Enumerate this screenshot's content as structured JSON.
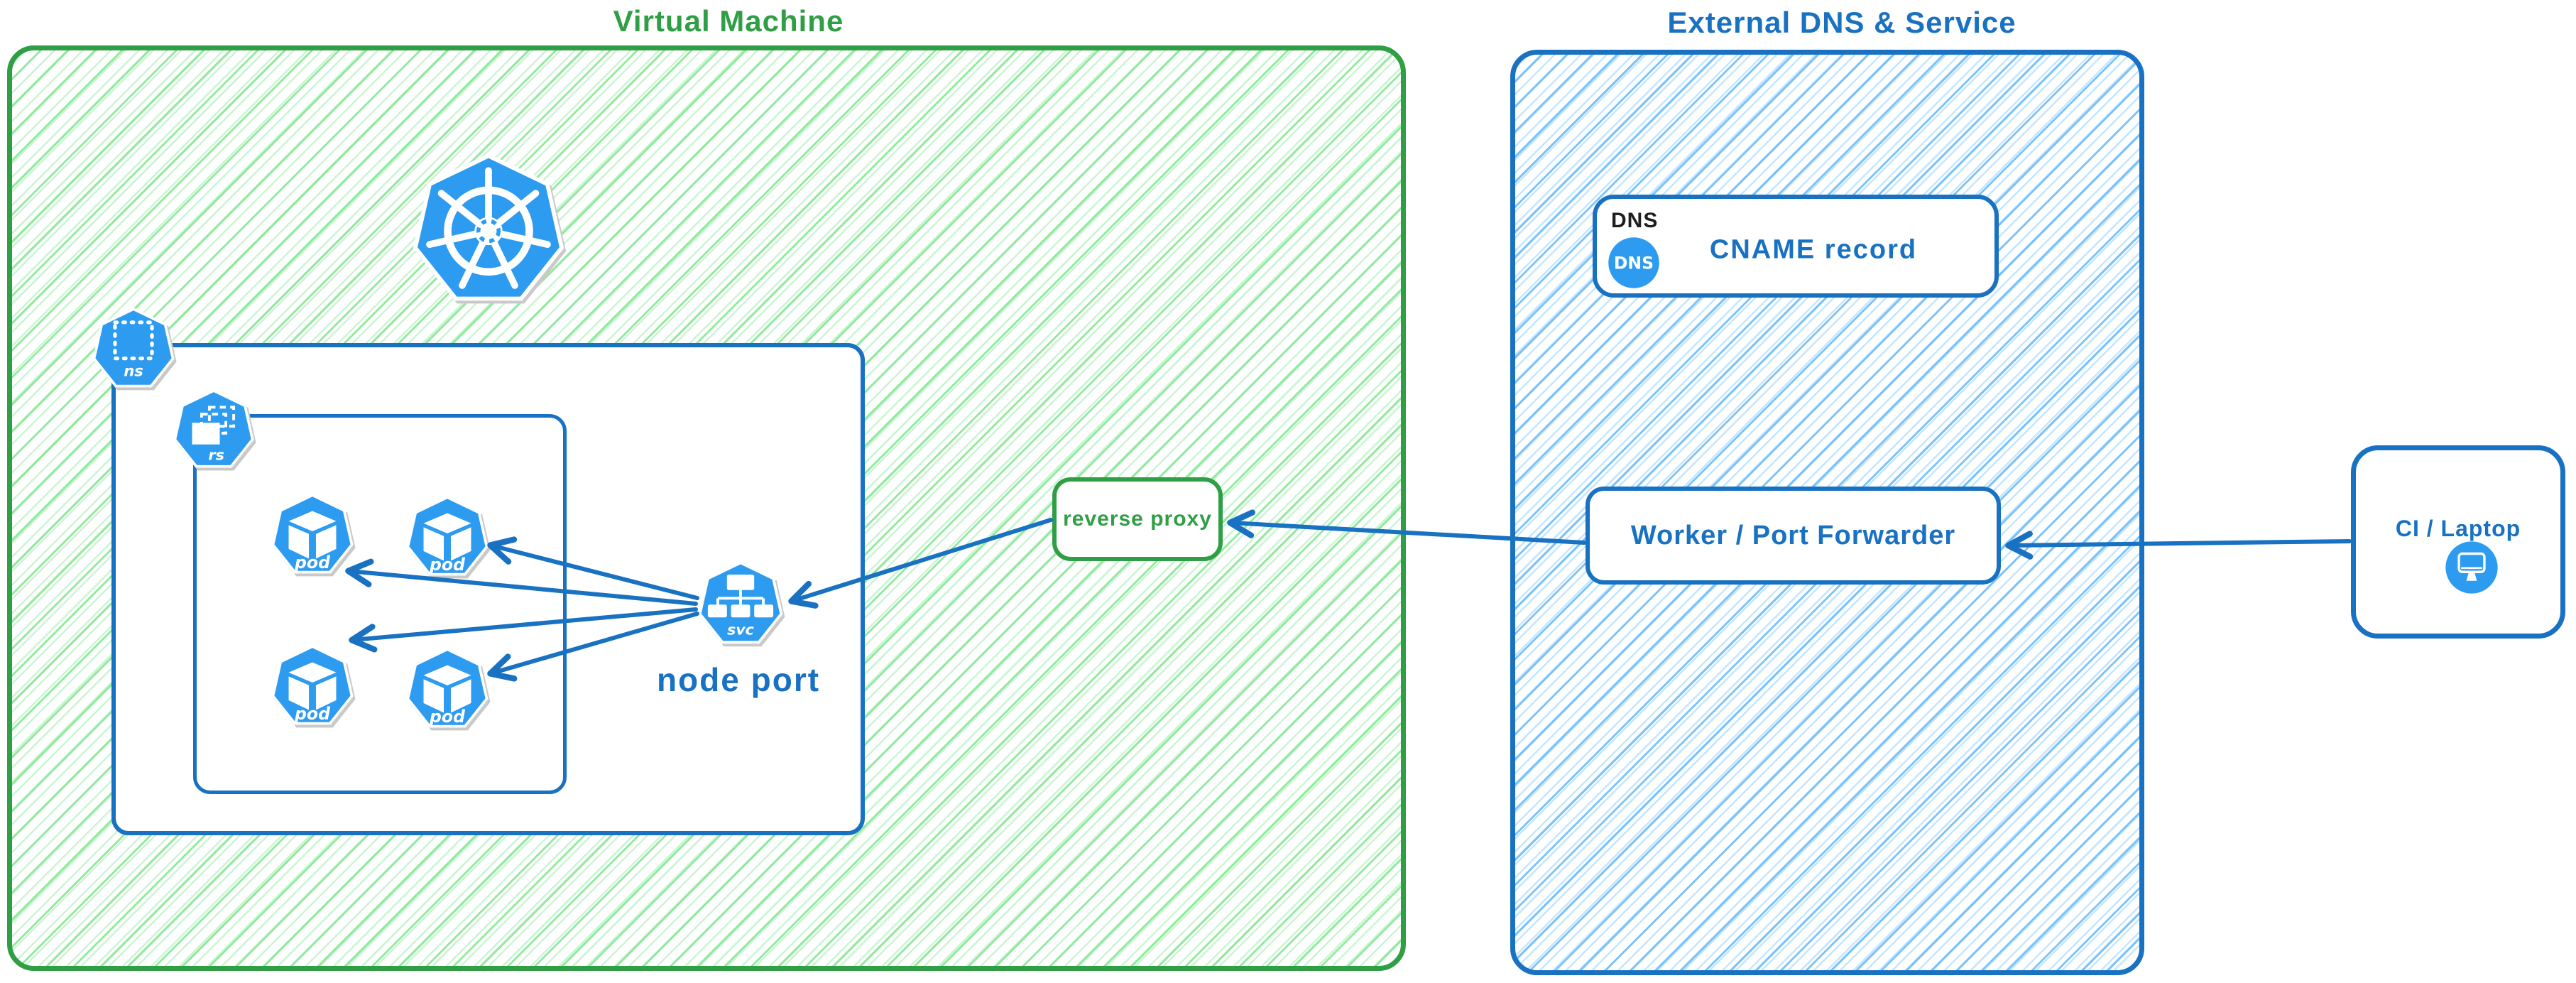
{
  "diagram": {
    "virtual_machine": {
      "title": "Virtual Machine",
      "kubernetes_cluster": {
        "namespace_badge": "ns",
        "replicaset_badge": "rs",
        "pods": [
          "pod",
          "pod",
          "pod",
          "pod"
        ],
        "service_badge": "svc",
        "service_label": "node port"
      },
      "reverse_proxy_label": "reverse proxy"
    },
    "external_dns_service": {
      "title": "External DNS & Service",
      "dns": {
        "heading": "DNS",
        "badge": "DNS",
        "label": "CNAME record"
      },
      "worker_label": "Worker / Port Forwarder"
    },
    "client": {
      "label": "CI / Laptop"
    },
    "connections": [
      {
        "from": "ci-laptop",
        "to": "worker-port-forwarder"
      },
      {
        "from": "worker-port-forwarder",
        "to": "reverse-proxy"
      },
      {
        "from": "reverse-proxy",
        "to": "node-port-service"
      },
      {
        "from": "node-port-service",
        "to": "pod-1"
      },
      {
        "from": "node-port-service",
        "to": "pod-2"
      },
      {
        "from": "node-port-service",
        "to": "pod-3"
      },
      {
        "from": "node-port-service",
        "to": "pod-4"
      }
    ],
    "colors": {
      "green_stroke": "#2f9e44",
      "green_hatch": "#8ce99a",
      "blue_stroke": "#1971c2",
      "blue_hatch": "#74c0fc",
      "icon_fill": "#2d9bf0",
      "dns_heading": "#1e1e1e"
    }
  }
}
